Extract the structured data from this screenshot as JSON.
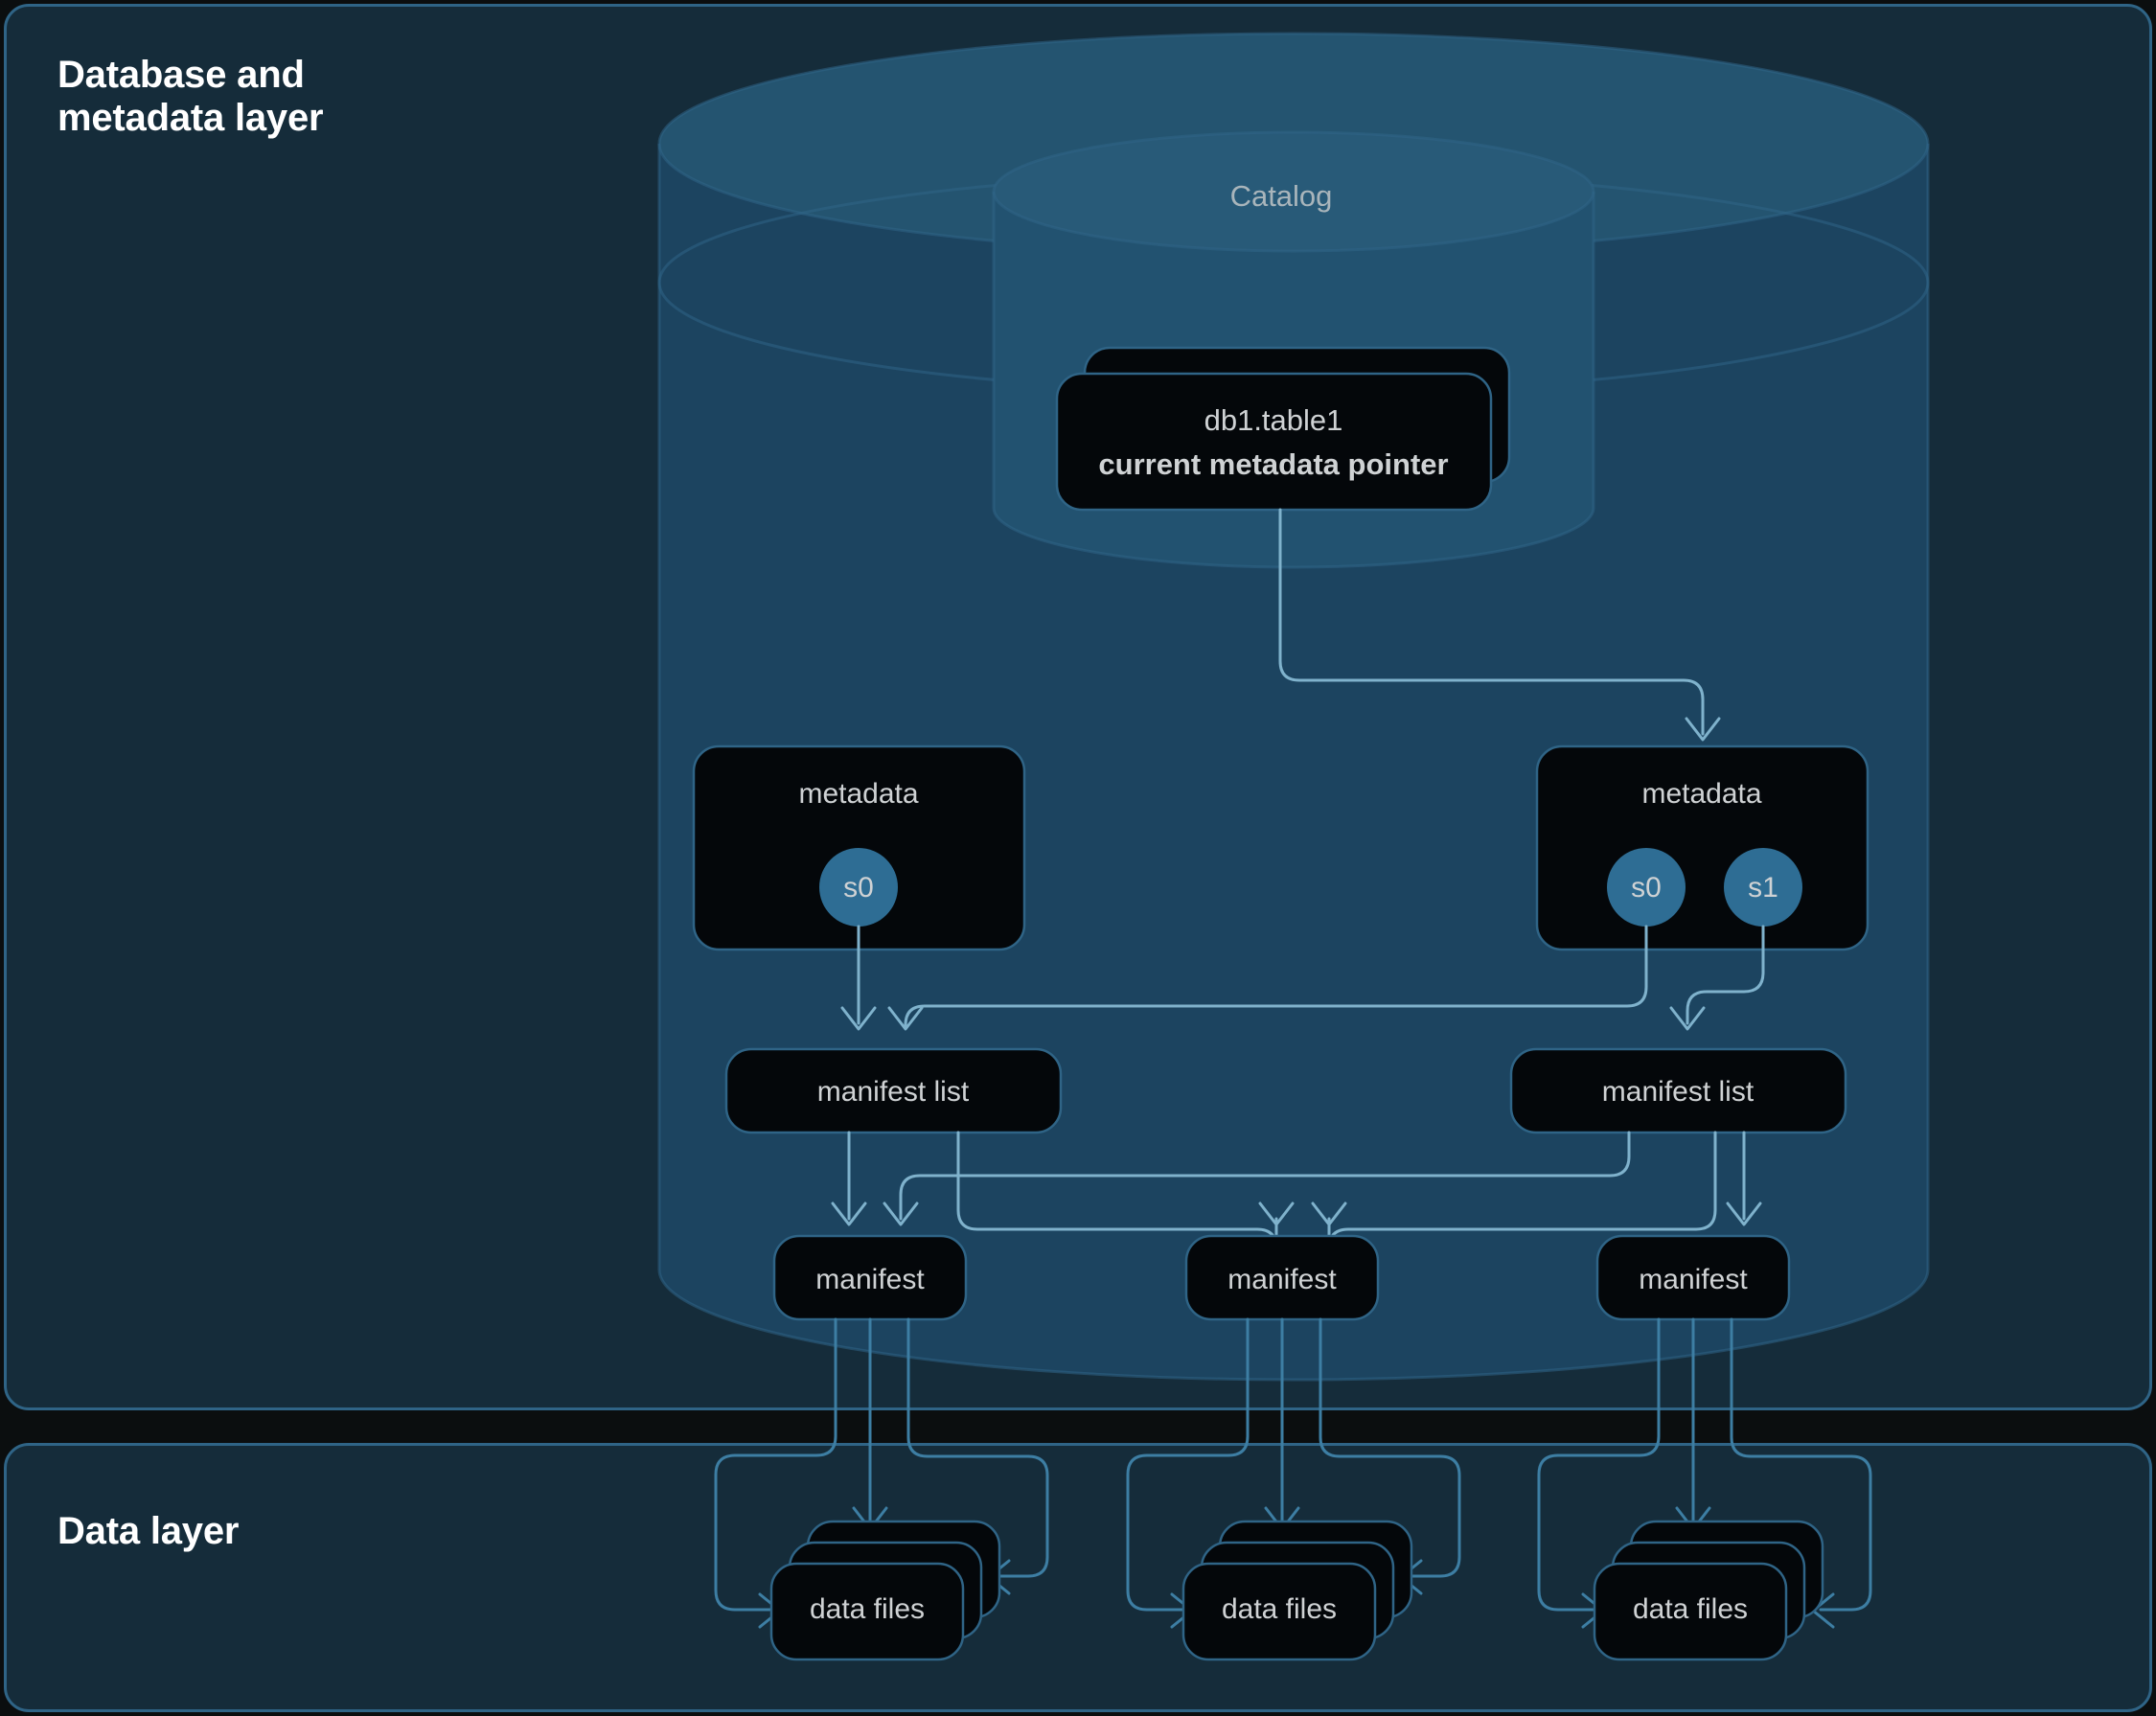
{
  "panels": {
    "top": {
      "title": "Database and\nmetadata layer"
    },
    "bottom": {
      "title": "Data layer"
    }
  },
  "catalog": {
    "label": "Catalog",
    "table_entry": {
      "line1": "db1.table1",
      "line2": "current metadata pointer"
    }
  },
  "metadata_nodes": [
    {
      "label": "metadata",
      "snapshots": [
        {
          "label": "s0"
        }
      ]
    },
    {
      "label": "metadata",
      "snapshots": [
        {
          "label": "s0"
        },
        {
          "label": "s1"
        }
      ]
    }
  ],
  "manifest_lists": [
    {
      "label": "manifest list"
    },
    {
      "label": "manifest list"
    }
  ],
  "manifests": [
    {
      "label": "manifest"
    },
    {
      "label": "manifest"
    },
    {
      "label": "manifest"
    }
  ],
  "data_file_groups": [
    {
      "label": "data files",
      "stack": 3
    },
    {
      "label": "data files",
      "stack": 3
    },
    {
      "label": "data files",
      "stack": 3
    }
  ],
  "colors": {
    "background": "#0b0e0f",
    "panel_fill": "#152c3a",
    "panel_border": "#2f6486",
    "cylinder_body": "#1c4460",
    "cylinder_top": "#245470",
    "node_fill": "#04070a",
    "node_border": "#2f6486",
    "link": "#7fb2cc",
    "snapshot_circle": "#2e6d94",
    "title_text": "#ffffff",
    "node_text": "#cfd2d4"
  }
}
